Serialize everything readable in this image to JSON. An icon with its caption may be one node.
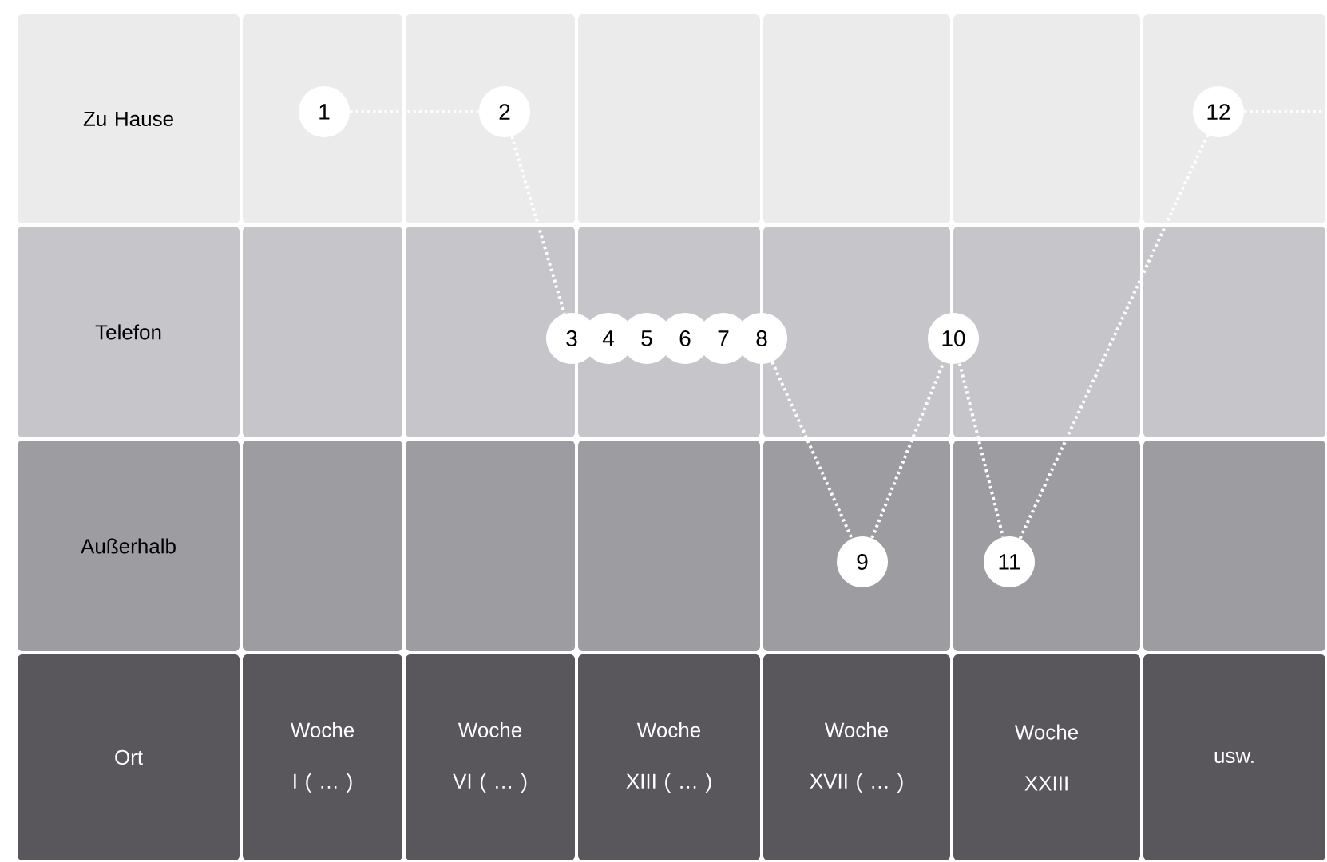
{
  "diagram": {
    "nodes": [
      {
        "text": [
          "Zu Hause"
        ]
      },
      {
        "text": [
          "Telefon"
        ]
      },
      {
        "text": [
          "Außerhalb"
        ]
      },
      {
        "text": [
          "Ort"
        ]
      },
      {
        "text": [
          "Woche I ( … )"
        ]
      },
      {
        "text": [
          "Woche VI ( … )"
        ]
      },
      {
        "text": [
          "Woche XIII ( … )"
        ]
      },
      {
        "text": [
          "Woche XVII ( … )"
        ]
      },
      {
        "text": [
          "Woche XXIII"
        ]
      },
      {
        "text": [
          "usw."
        ]
      },
      {
        "text": [
          "1"
        ]
      },
      {
        "text": [
          "2"
        ]
      },
      {
        "text": [
          "3"
        ]
      },
      {
        "text": [
          "4"
        ]
      },
      {
        "text": [
          "5"
        ]
      },
      {
        "text": [
          "6"
        ]
      },
      {
        "text": [
          "7"
        ]
      },
      {
        "text": [
          "8"
        ]
      },
      {
        "text": [
          "9"
        ]
      },
      {
        "text": [
          "10"
        ]
      },
      {
        "text": [
          "11"
        ]
      },
      {
        "text": [
          "12"
        ]
      }
    ],
    "edges": [
      {
        "from": 10,
        "to": 11,
        "arrow": "none"
      },
      {
        "from": 11,
        "to": 12,
        "arrow": "none"
      },
      {
        "from": 17,
        "to": 18,
        "arrow": "none"
      },
      {
        "from": 18,
        "to": 19,
        "arrow": "none"
      },
      {
        "from": 19,
        "to": 20,
        "arrow": "none"
      },
      {
        "from": 20,
        "to": 21,
        "arrow": "none"
      },
      {
        "from": 21,
        "to": null,
        "arrow": "none"
      }
    ]
  }
}
